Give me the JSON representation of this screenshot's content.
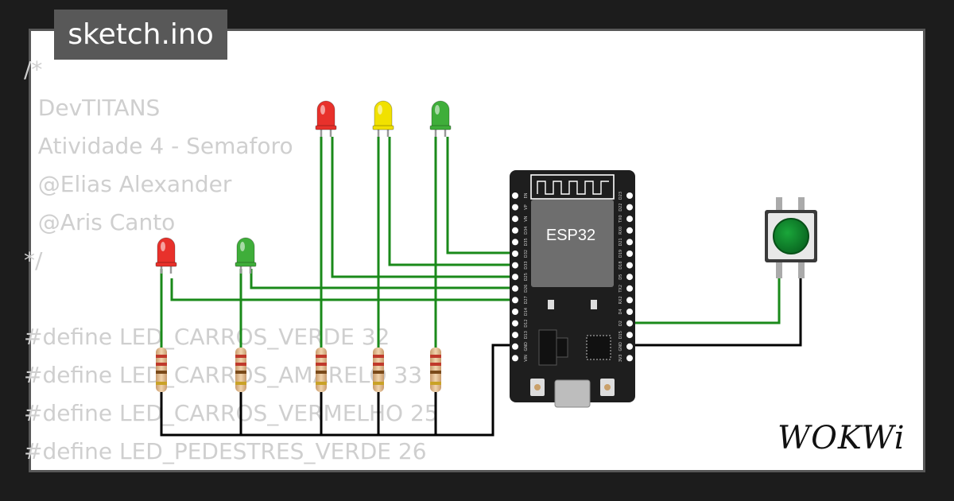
{
  "tab": {
    "filename": "sketch.ino"
  },
  "code_lines": [
    "/*",
    "  DevTITANS",
    "  Atividade 4 - Semaforo",
    "  @Elias Alexander",
    "  @Aris Canto",
    "*/",
    "",
    "#define LED_CARROS_VERDE 32",
    "#define LED_CARROS_AMARELO 33",
    "#define LED_CARROS_VERMELHO 25",
    "#define LED_PEDESTRES_VERDE 26"
  ],
  "board": {
    "label": "ESP32",
    "left_pins": [
      "EN",
      "VP",
      "VN",
      "D34",
      "D35",
      "D32",
      "D33",
      "D25",
      "D26",
      "D27",
      "D14",
      "D12",
      "D13",
      "GND",
      "VIN"
    ],
    "right_pins": [
      "D23",
      "D22",
      "TX0",
      "RX0",
      "D21",
      "D19",
      "D18",
      "D5",
      "TX2",
      "RX2",
      "D4",
      "D2",
      "D15",
      "GND",
      "3V3"
    ]
  },
  "leds": {
    "colors": {
      "red": "#e8312b",
      "yellow": "#f1e100",
      "green": "#3fae3a"
    }
  },
  "wire_colors": {
    "signal": "#1a8a1a",
    "ground": "#000000"
  },
  "brand": {
    "name": "WOKWi"
  }
}
